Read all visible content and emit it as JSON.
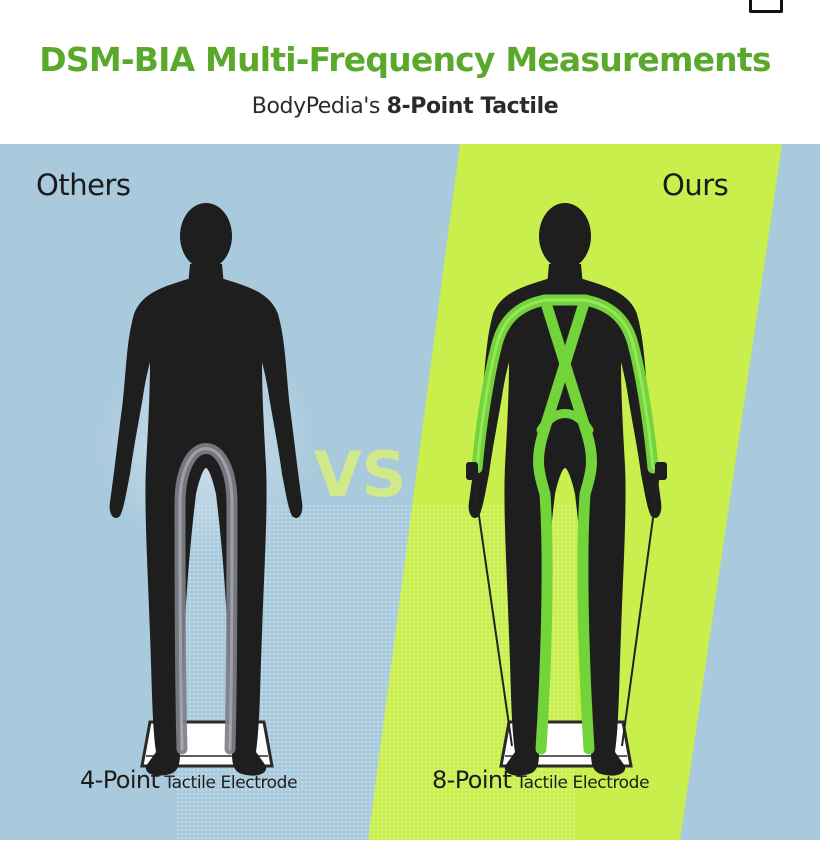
{
  "header": {
    "title": "DSM-BIA Multi-Frequency Measurements",
    "subtitle_brand": "BodyPedia's",
    "subtitle_highlight": "8-Point Tactile"
  },
  "comparison": {
    "left_label": "Others",
    "right_label": "Ours",
    "vs_text": "VS",
    "left_caption_main": "4-Point",
    "left_caption_sub": "Tactile Electrode",
    "right_caption_main": "8-Point",
    "right_caption_sub": "Tactile Electrode"
  },
  "colors": {
    "title_green": "#5aa82c",
    "background_blue": "#a9c9dc",
    "highlight_lime": "#c9ef4c",
    "current_path_green": "#72d43a",
    "current_path_grey": "#7d7f85",
    "silhouette": "#1e1e1e"
  }
}
